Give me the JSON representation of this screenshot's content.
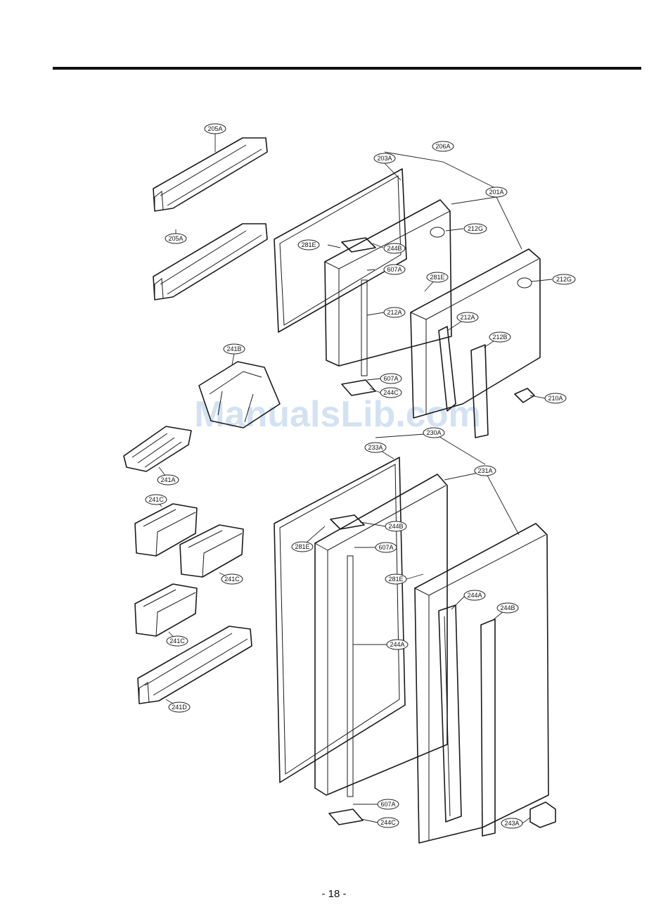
{
  "watermark": "ManualsLib.com",
  "page_number": "- 18 -",
  "labels": [
    {
      "id": "L01",
      "text": "205A"
    },
    {
      "id": "L02",
      "text": "205A"
    },
    {
      "id": "L03",
      "text": "206A"
    },
    {
      "id": "L04",
      "text": "203A"
    },
    {
      "id": "L05",
      "text": "201A"
    },
    {
      "id": "L06",
      "text": "212G"
    },
    {
      "id": "L07",
      "text": "212G"
    },
    {
      "id": "L08",
      "text": "281E"
    },
    {
      "id": "L09",
      "text": "244B"
    },
    {
      "id": "L10",
      "text": "607A"
    },
    {
      "id": "L11",
      "text": "281E"
    },
    {
      "id": "L12",
      "text": "212A"
    },
    {
      "id": "L13",
      "text": "212A"
    },
    {
      "id": "L14",
      "text": "212B"
    },
    {
      "id": "L15",
      "text": "241B"
    },
    {
      "id": "L16",
      "text": "607A"
    },
    {
      "id": "L17",
      "text": "244C"
    },
    {
      "id": "L18",
      "text": "210A"
    },
    {
      "id": "L19",
      "text": "230A"
    },
    {
      "id": "L20",
      "text": "233A"
    },
    {
      "id": "L21",
      "text": "231A"
    },
    {
      "id": "L22",
      "text": "241A"
    },
    {
      "id": "L23",
      "text": "241C"
    },
    {
      "id": "L24",
      "text": "244B"
    },
    {
      "id": "L25",
      "text": "281E"
    },
    {
      "id": "L26",
      "text": "607A"
    },
    {
      "id": "L27",
      "text": "241C"
    },
    {
      "id": "L28",
      "text": "281E"
    },
    {
      "id": "L29",
      "text": "244A"
    },
    {
      "id": "L30",
      "text": "244B"
    },
    {
      "id": "L31",
      "text": "241C"
    },
    {
      "id": "L32",
      "text": "244A"
    },
    {
      "id": "L33",
      "text": "241D"
    },
    {
      "id": "L34",
      "text": "607A"
    },
    {
      "id": "L35",
      "text": "243A"
    },
    {
      "id": "L36",
      "text": "244C"
    }
  ]
}
